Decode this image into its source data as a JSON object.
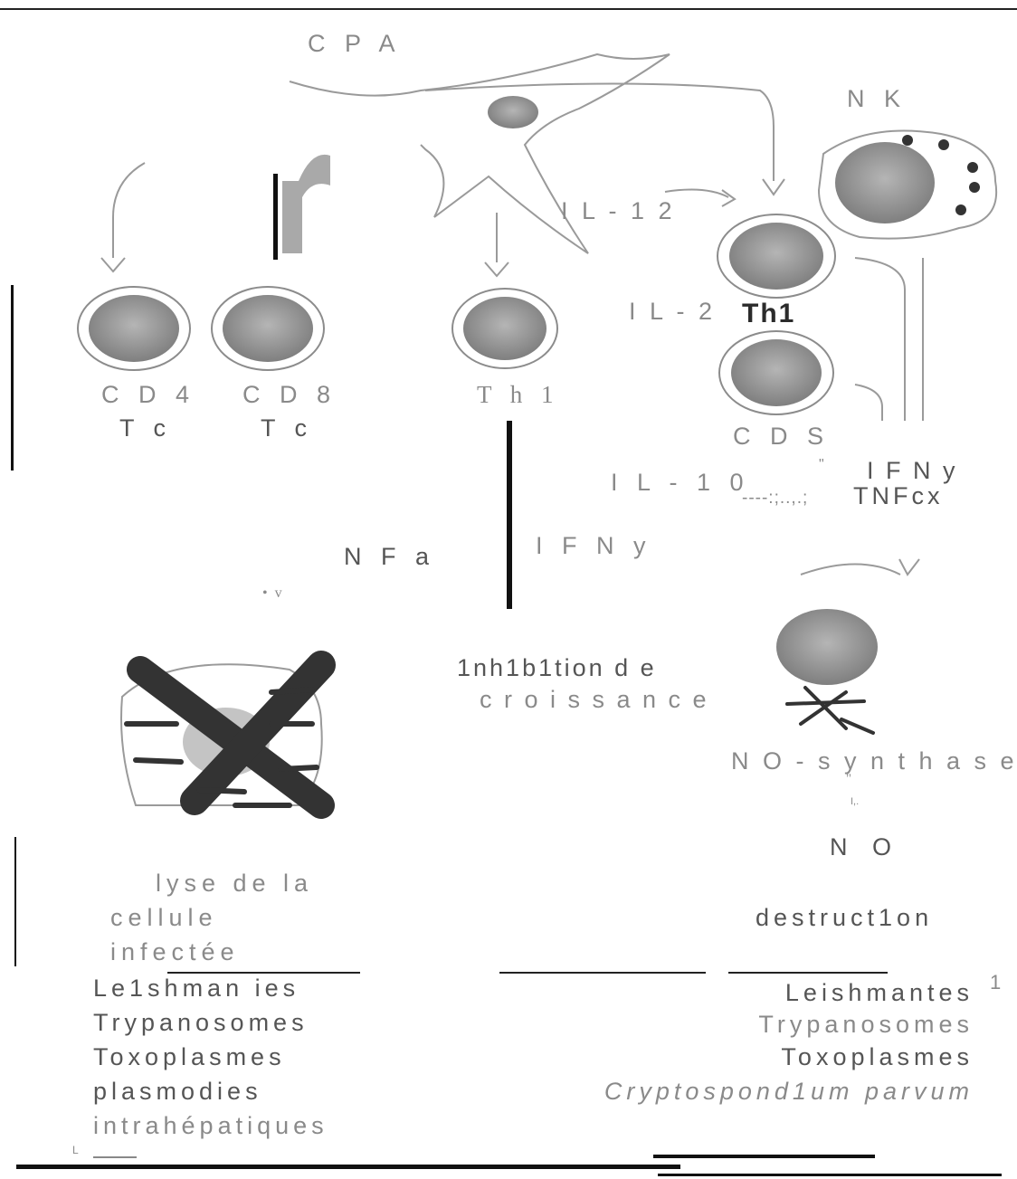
{
  "labels": {
    "cpa": "C P A",
    "nk": "N K",
    "il12": "I L - 1 2",
    "il2": "I L - 2",
    "th1_right": "Th1",
    "cd4": "C D 4",
    "cd8": "C D 8",
    "tc_left": "T c",
    "tc_right": "T c",
    "th1_mid": "T h 1",
    "cds": "C D S",
    "il10": "I L - 1 0",
    "ifny_right": "I F N y",
    "tnfcx": "TNFcx",
    "artifact_dashes": "----:;..,.;",
    "artifact_quote": "\"",
    "nfa": "N F a",
    "artifact_v": "•   v",
    "ifny_mid": "I F N y",
    "inhibition_1": "1nh1b1tion d e",
    "inhibition_2": "c r o i s s a n c e",
    "no_synthase": "N O - s y n t h a s e",
    "artifact_comma": "’’",
    "artifact_i": "I,.",
    "no": "N O",
    "lyse_1": "lyse de  la",
    "lyse_2": "cellule",
    "lyse_3": "infectée",
    "destruction": "destruct1on",
    "left_list": [
      "Le1shman ies",
      "Trypanosomes",
      "Toxoplasmes",
      "plasmodies",
      "intrahépatiques"
    ],
    "right_list": [
      "Leishmantes",
      "Trypanosomes",
      "Toxoplasmes",
      "Cryptospond1um parvum"
    ],
    "footnote": "1",
    "artifact_l": "L"
  }
}
